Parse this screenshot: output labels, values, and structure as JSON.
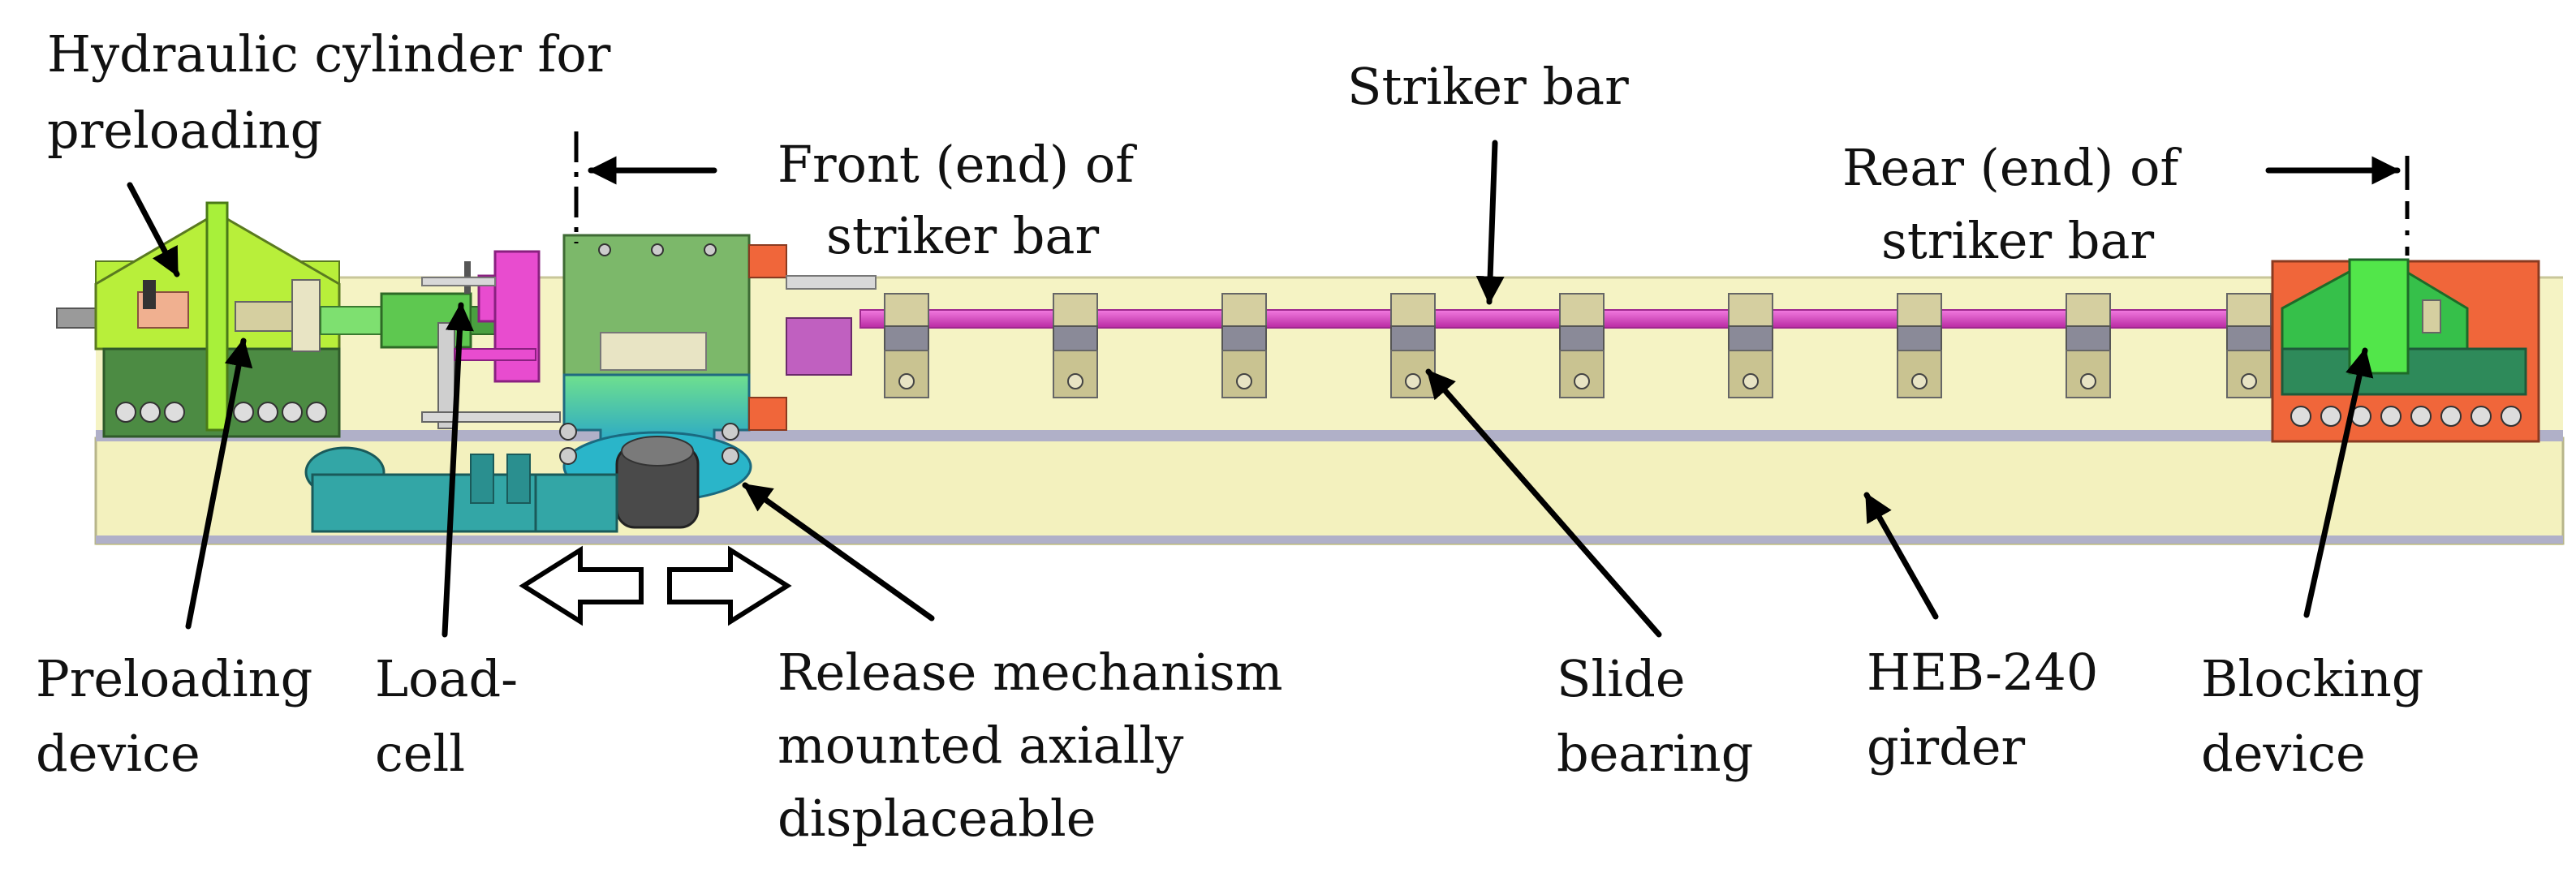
{
  "labels": {
    "hydraulic_l1": "Hydraulic cylinder for",
    "hydraulic_l2": "preloading",
    "front_l1": "Front (end) of",
    "front_l2": "striker bar",
    "striker": "Striker bar",
    "rear_l1": "Rear (end) of",
    "rear_l2": "striker bar",
    "preloading_l1": "Preloading",
    "preloading_l2": "device",
    "loadcell_l1": "Load-",
    "loadcell_l2": "cell",
    "release_l1": "Release mechanism",
    "release_l2": "mounted axially",
    "release_l3": "displaceable",
    "slide_l1": "Slide",
    "slide_l2": "bearing",
    "heb_l1": "HEB-240",
    "heb_l2": "girder",
    "blocking_l1": "Blocking",
    "blocking_l2": "device"
  },
  "colors": {
    "girder": "#f5f3c4",
    "girder_flange": "#d9d8a3",
    "striker_bar": "#e040c8",
    "preload_green": "#b8ef3a",
    "preload_dark": "#4c8b43",
    "release_green": "#7cb86a",
    "release_cyan": "#2ab5c9",
    "block_orange": "#f0663a",
    "block_green": "#36c04a",
    "bearing_gray": "#8a8a98",
    "bearing_tan": "#d5cfa0",
    "teal": "#33a6a6",
    "pink": "#e84ccf"
  }
}
